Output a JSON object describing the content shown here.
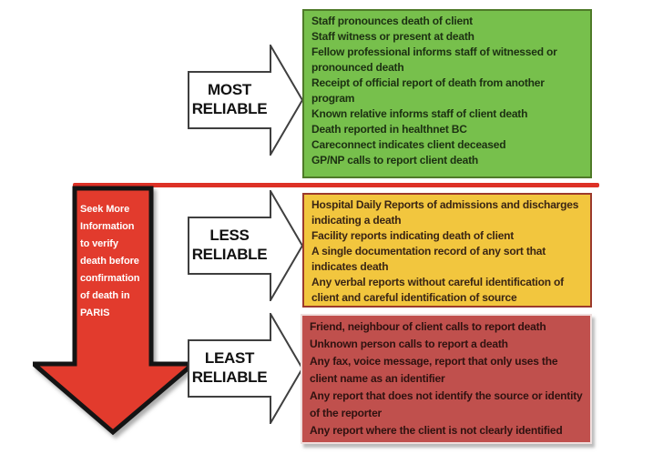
{
  "diagram": {
    "type": "reliability-hierarchy",
    "colors": {
      "most_reliable_fill": "#77c04c",
      "most_reliable_border": "#4e7a28",
      "less_reliable_fill": "#f2c63e",
      "less_reliable_border": "#9c3a2c",
      "least_reliable_fill": "#c0504d",
      "least_reliable_border": "#efdedd",
      "divider_and_arrow_red": "#dd3126",
      "block_arrow_fill": "#ffffff",
      "block_arrow_outline": "#3f3f3f"
    }
  },
  "red_arrow": {
    "caption": "Seek More Information to verify death before confirmation of death in PARIS",
    "lines": [
      "Seek More",
      "Information",
      "to verify",
      "death before",
      "confirmation",
      "of death in",
      "PARIS"
    ]
  },
  "arrows": [
    {
      "label": [
        "MOST",
        "RELIABLE"
      ]
    },
    {
      "label": [
        "LESS",
        "RELIABLE"
      ]
    },
    {
      "label": [
        "LEAST",
        "RELIABLE"
      ]
    }
  ],
  "boxes": [
    {
      "level": "most-reliable",
      "items": [
        "Staff pronounces death of client",
        "Staff witness or present at death",
        "Fellow professional informs staff of witnessed or pronounced death",
        "Receipt of official report of death from another program",
        "Known relative informs staff of client death",
        "Death reported in healthnet BC",
        "Careconnect indicates client deceased",
        "GP/NP calls to report client death"
      ]
    },
    {
      "level": "less-reliable",
      "items": [
        "Hospital Daily Reports of admissions and discharges indicating a death",
        "Facility reports indicating death of client",
        "A single documentation record of any sort that indicates death",
        "Any verbal reports without careful identification of client and careful identification of source"
      ]
    },
    {
      "level": "least-reliable",
      "items": [
        "Friend, neighbour of client calls to report death",
        "Unknown person calls to report a death",
        "Any fax, voice message, report that only uses the client name as an identifier",
        "Any report that does not identify the source or identity of the reporter",
        "Any report where the client is not clearly identified"
      ]
    }
  ]
}
